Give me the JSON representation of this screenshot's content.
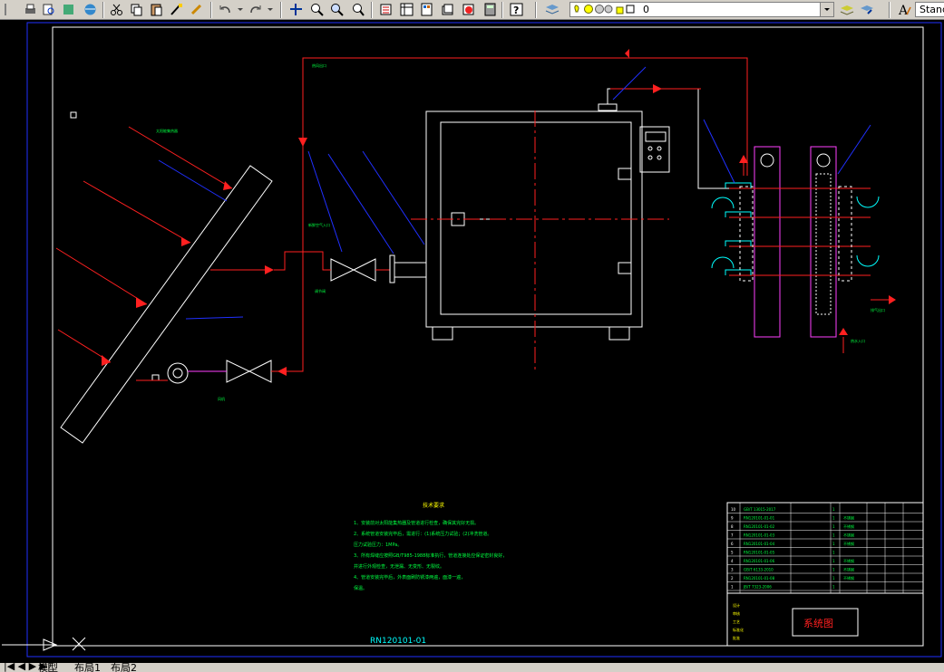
{
  "toolbar": {
    "layer_value": "0",
    "text_style": "Standard"
  },
  "drawing": {
    "drawing_number": "RN120101-01",
    "title_block_name": "系统图",
    "notes_title": "技术要求",
    "notes": [
      "1、安装前对太阳能集热器及管道进行检查，确保其完好无损。",
      "2、系统管道安装完毕后，需进行：(1)系统压力试验；(2)冲洗管道。",
      "压力试验压力：1MPa。",
      "3、所有焊缝应按照GB/T985-1988标准执行，管道连接处应保证密封良好，",
      "并进行外观检查，无泄漏、无变形、无裂纹。",
      "4、管道安装完毕后，外表面刷防锈漆两遍，面漆一遍，",
      "保温。"
    ],
    "labels": {
      "collector": "太阳能集热器",
      "air_inlet": "新鲜空气入口",
      "hot_air_outlet": "热风出口",
      "valve1": "调节阀",
      "valve2": "调节阀",
      "fan": "风机",
      "outlet": "排气出口",
      "inlet": "热水入口"
    },
    "parts": [
      {
        "no": "10",
        "code": "GB/T 13015-2017",
        "name": "",
        "qty": "1",
        "material": "",
        "w1": "",
        "w2": ""
      },
      {
        "no": "9",
        "code": "RN120101-01-01",
        "name": "",
        "qty": "1",
        "material": "不锈钢",
        "w1": "",
        "w2": ""
      },
      {
        "no": "8",
        "code": "RN120101-01-02",
        "name": "",
        "qty": "1",
        "material": "不锈钢",
        "w1": "",
        "w2": ""
      },
      {
        "no": "7",
        "code": "RN120101-01-03",
        "name": "",
        "qty": "1",
        "material": "不锈钢",
        "w1": "",
        "w2": ""
      },
      {
        "no": "6",
        "code": "RN120101-01-04",
        "name": "",
        "qty": "1",
        "material": "不锈钢",
        "w1": "",
        "w2": ""
      },
      {
        "no": "5",
        "code": "RN120101-01-05",
        "name": "",
        "qty": "1",
        "material": "",
        "w1": "",
        "w2": ""
      },
      {
        "no": "4",
        "code": "RN120101-01-06",
        "name": "",
        "qty": "1",
        "material": "不锈钢",
        "w1": "",
        "w2": ""
      },
      {
        "no": "3",
        "code": "GB/T 6133-2010",
        "name": "",
        "qty": "1",
        "material": "不锈钢",
        "w1": "",
        "w2": ""
      },
      {
        "no": "2",
        "code": "RN120101-01-08",
        "name": "",
        "qty": "1",
        "material": "不锈钢",
        "w1": "",
        "w2": ""
      },
      {
        "no": "1",
        "code": "JB/T 7323-2006",
        "name": "",
        "qty": "1",
        "material": "",
        "w1": "",
        "w2": ""
      }
    ],
    "title_block_rows": [
      "设计",
      "审核",
      "工艺",
      "标准化",
      "批准"
    ]
  },
  "tabs": {
    "model": "模型",
    "layout1": "布局1",
    "layout2": "布局2"
  },
  "colors": {
    "red": "#ff2020",
    "white": "#ffffff",
    "blue": "#2030ff",
    "green": "#00ff40",
    "magenta": "#ff40ff",
    "cyan": "#00ffff",
    "yellow": "#ffff00"
  }
}
